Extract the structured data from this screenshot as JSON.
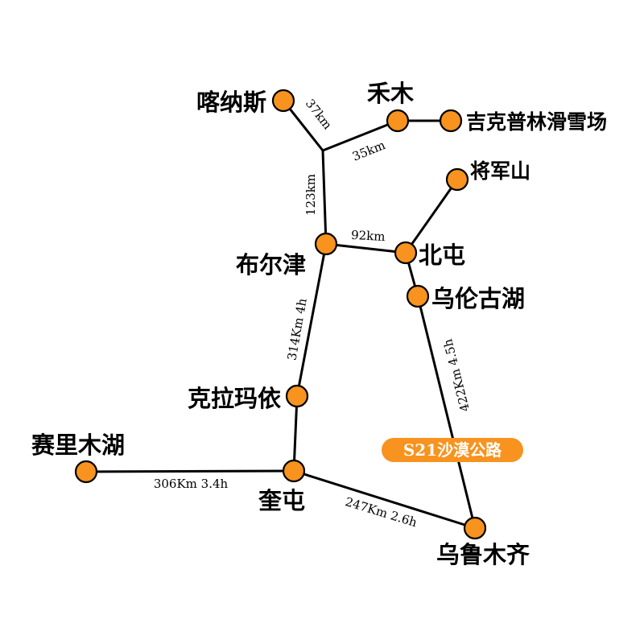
{
  "colors": {
    "node": "#F7931E",
    "line": "#000000",
    "badge_bg": "#F7931E",
    "badge_text": "#ffffff"
  },
  "cities": {
    "kanas": "喀纳斯",
    "hemu": "禾木",
    "jikepulin": "吉克普林滑雪场",
    "jiangjunshan": "将军山",
    "burqin": "布尔津",
    "beitun": "北屯",
    "ulungur": "乌伦古湖",
    "karamay": "克拉玛依",
    "sayram": "赛里木湖",
    "kuitun": "奎屯",
    "urumqi": "乌鲁木齐"
  },
  "distances": {
    "kanas_junction": "37km",
    "junction_hemu": "35km",
    "junction_burqin": "123km",
    "burqin_beitun": "92km",
    "burqin_karamay": "314Km 4h",
    "ulungur_urumqi": "422Km 4.5h",
    "sayram_kuitun": "306Km 3.4h",
    "kuitun_urumqi": "247Km 2.6h"
  },
  "highway_badge": "S21沙漠公路"
}
